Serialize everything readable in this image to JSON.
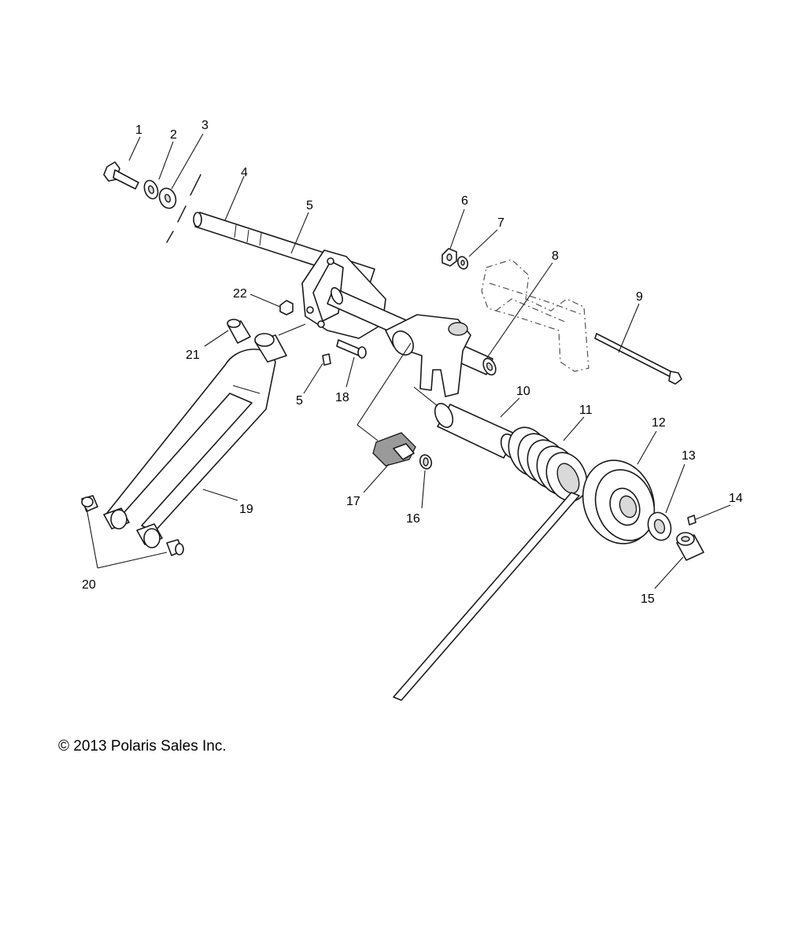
{
  "diagram": {
    "callouts": [
      "1",
      "2",
      "3",
      "4",
      "5",
      "5",
      "6",
      "7",
      "8",
      "9",
      "10",
      "11",
      "12",
      "13",
      "14",
      "15",
      "16",
      "17",
      "18",
      "19",
      "20",
      "21",
      "22"
    ]
  },
  "footer": {
    "copyright": "© 2013 Polaris Sales Inc."
  }
}
